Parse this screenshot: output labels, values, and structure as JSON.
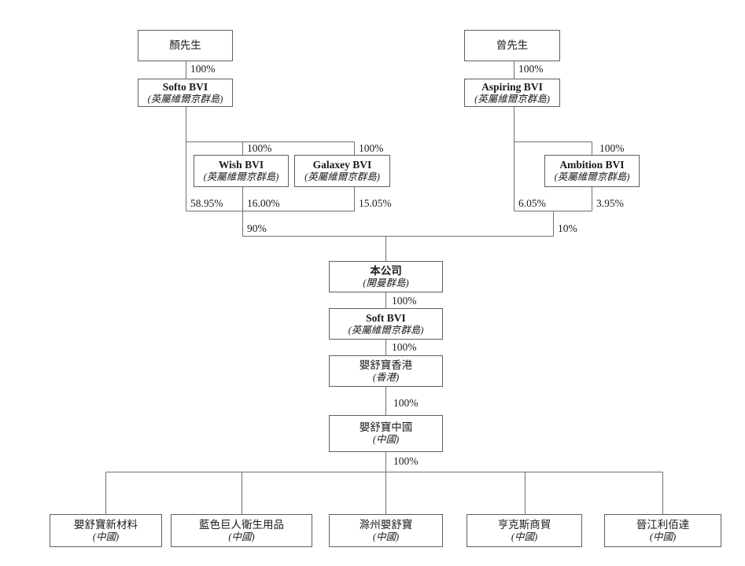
{
  "diagram": {
    "type": "corporate-shareholding-structure",
    "jurisdiction_note_bvi": "(英屬維爾京群島)",
    "nodes": {
      "mr_yan": {
        "name": "顏先生"
      },
      "mr_zeng": {
        "name": "曾先生"
      },
      "softo_bvi": {
        "name": "Softo BVI",
        "jurisdiction": "(英屬維爾京群島)"
      },
      "aspiring_bvi": {
        "name": "Aspiring BVI",
        "jurisdiction": "(英屬維爾京群島)"
      },
      "wish_bvi": {
        "name": "Wish BVI",
        "jurisdiction": "(英屬維爾京群島)"
      },
      "galaxey_bvi": {
        "name": "Galaxey BVI",
        "jurisdiction": "(英屬維爾京群島)"
      },
      "ambition_bvi": {
        "name": "Ambition BVI",
        "jurisdiction": "(英屬維爾京群島)"
      },
      "company": {
        "name": "本公司",
        "jurisdiction": "(開曼群島)"
      },
      "soft_bvi": {
        "name": "Soft BVI",
        "jurisdiction": "(英屬維爾京群島)"
      },
      "yingshubao_hk": {
        "name": "嬰舒寶香港",
        "jurisdiction": "(香港)"
      },
      "yingshubao_cn": {
        "name": "嬰舒寶中國",
        "jurisdiction": "(中國)"
      },
      "sub_new_materials": {
        "name": "嬰舒寶新材料",
        "jurisdiction": "(中國)"
      },
      "sub_blue_giant": {
        "name": "藍色巨人衛生用品",
        "jurisdiction": "(中國)"
      },
      "sub_chuzhou": {
        "name": "滁州嬰舒寶",
        "jurisdiction": "(中國)"
      },
      "sub_hengkesi": {
        "name": "亨克斯商貿",
        "jurisdiction": "(中國)"
      },
      "sub_jinjiang": {
        "name": "晉江利佰達",
        "jurisdiction": "(中國)"
      }
    },
    "ownership": {
      "yan_to_softo": "100%",
      "zeng_to_aspiring": "100%",
      "softo_to_wish": "100%",
      "softo_to_galaxey": "100%",
      "aspiring_to_ambition": "100%",
      "softo_in_company": "58.95%",
      "wish_in_company": "16.00%",
      "galaxey_in_company": "15.05%",
      "aspiring_in_company": "6.05%",
      "ambition_in_company": "3.95%",
      "left_group_total": "90%",
      "right_group_total": "10%",
      "company_to_soft": "100%",
      "soft_to_hk": "100%",
      "hk_to_cn": "100%",
      "cn_to_subsidiaries": "100%"
    },
    "colors": {
      "background": "#ffffff",
      "box_border": "#5f5f5f",
      "line": "#6f6f6f",
      "text": "#1b1b1b"
    }
  }
}
